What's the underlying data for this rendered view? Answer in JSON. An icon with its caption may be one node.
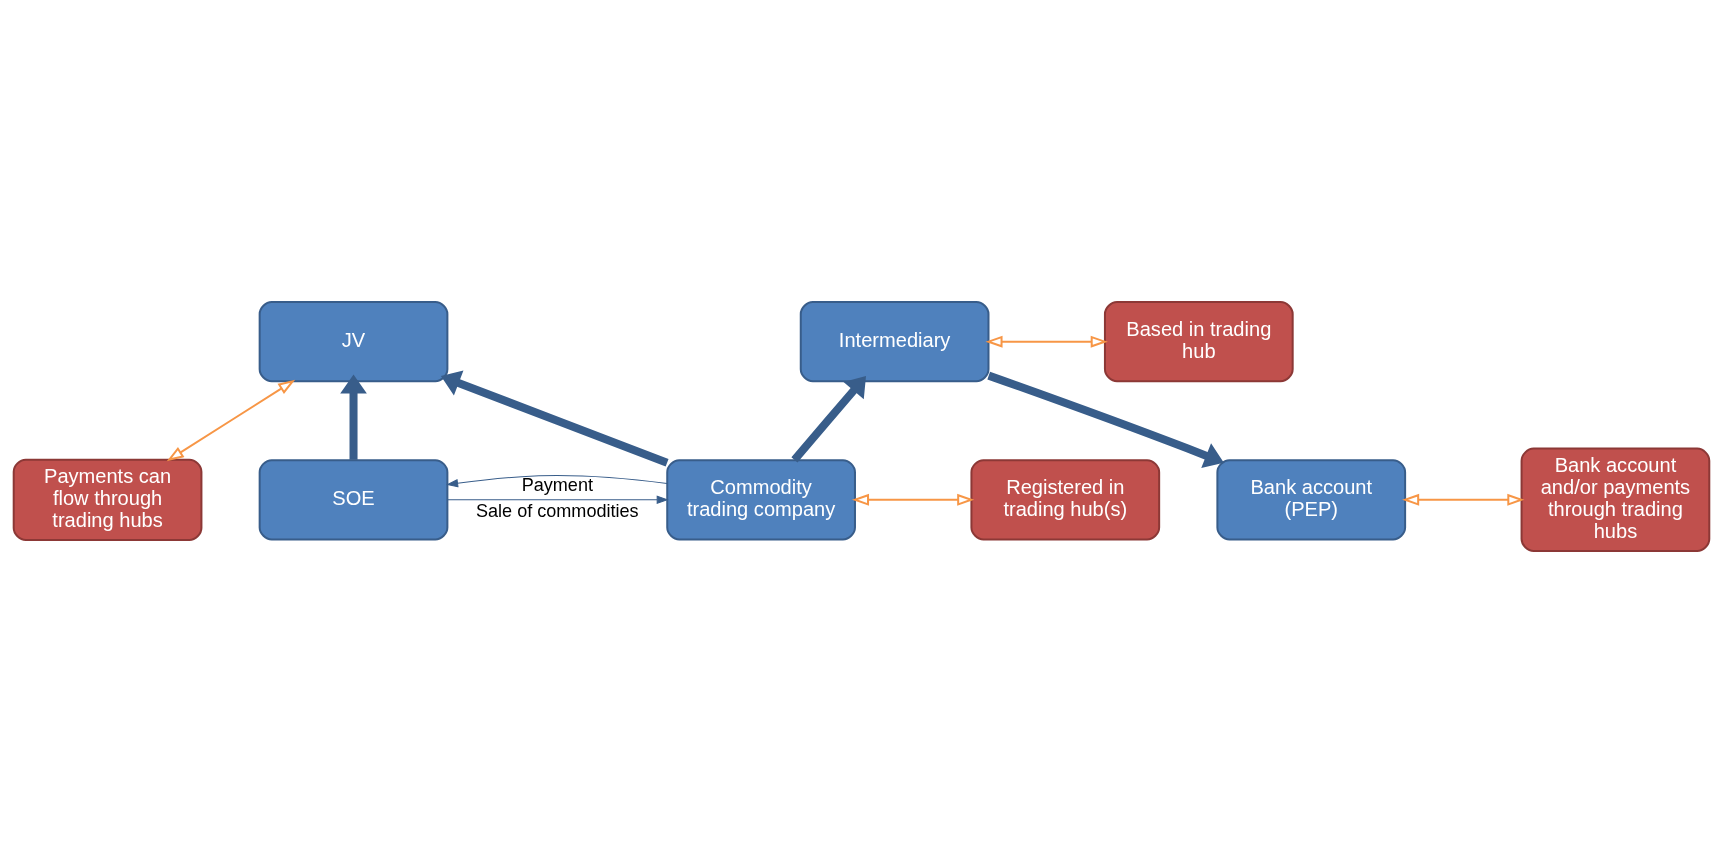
{
  "diagram": {
    "nodes": [
      {
        "text": [
          "Payments can flow through trading hubs"
        ]
      },
      {
        "text": [
          "JV"
        ]
      },
      {
        "text": [
          "Bank account (PEP)"
        ]
      },
      {
        "text": [
          "Bank account and/or payments through trading hubs"
        ]
      },
      {
        "text": [
          "Intermediary"
        ]
      },
      {
        "text": [
          "Based in trading hub"
        ]
      },
      {
        "text": [
          "SOE"
        ]
      },
      {
        "text": [
          "Commodity trading company"
        ]
      },
      {
        "text": [
          "Registered in trading hub(s)"
        ]
      }
    ],
    "edges": [
      {
        "from": 0,
        "to": 1,
        "arrow": "both",
        "color": "#f79646"
      },
      {
        "from": 2,
        "to": 3,
        "arrow": "both",
        "color": "#f79646"
      },
      {
        "from": 4,
        "to": 5,
        "arrow": "both",
        "color": "#f79646"
      },
      {
        "from": 7,
        "to": 8,
        "arrow": "both",
        "color": "#f79646"
      },
      {
        "from": 4,
        "to": 2,
        "arrow": "to",
        "style": "thick"
      },
      {
        "from": 7,
        "to": 4,
        "arrow": "to",
        "style": "thick"
      },
      {
        "from": 6,
        "to": 1,
        "arrow": "to",
        "style": "thick"
      },
      {
        "from": 7,
        "to": 1,
        "arrow": "to",
        "style": "thick"
      },
      {
        "from": 6,
        "to": 7,
        "arrow": "to",
        "label": "Sale of commodities"
      },
      {
        "from": 7,
        "to": 6,
        "arrow": "to",
        "label": "Payment"
      }
    ]
  }
}
